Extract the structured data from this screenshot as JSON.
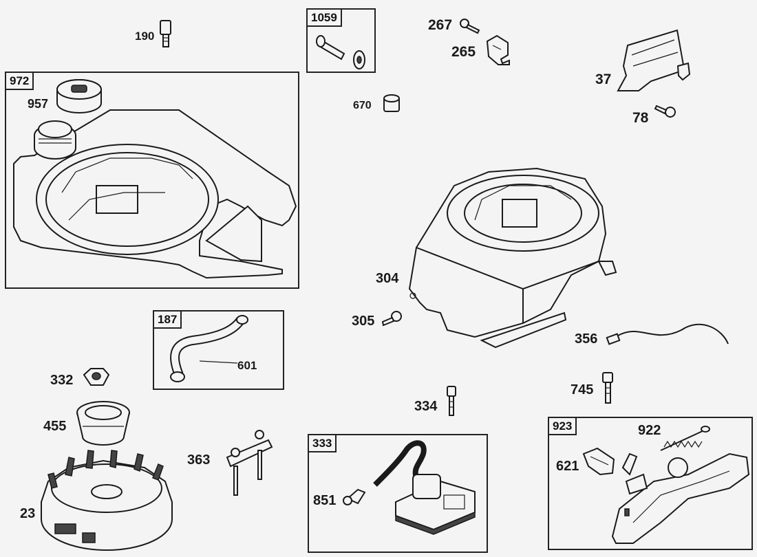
{
  "boxes": {
    "b972": "972",
    "b1059": "1059",
    "b187": "187",
    "b333": "333",
    "b923": "923"
  },
  "parts": {
    "p190": "190",
    "p267": "267",
    "p265": "265",
    "p37": "37",
    "p78": "78",
    "p957": "957",
    "p670": "670",
    "p304": "304",
    "p305": "305",
    "p356": "356",
    "p601": "601",
    "p332": "332",
    "p455": "455",
    "p23": "23",
    "p363": "363",
    "p334": "334",
    "p745": "745",
    "p851": "851",
    "p922": "922",
    "p621": "621"
  }
}
